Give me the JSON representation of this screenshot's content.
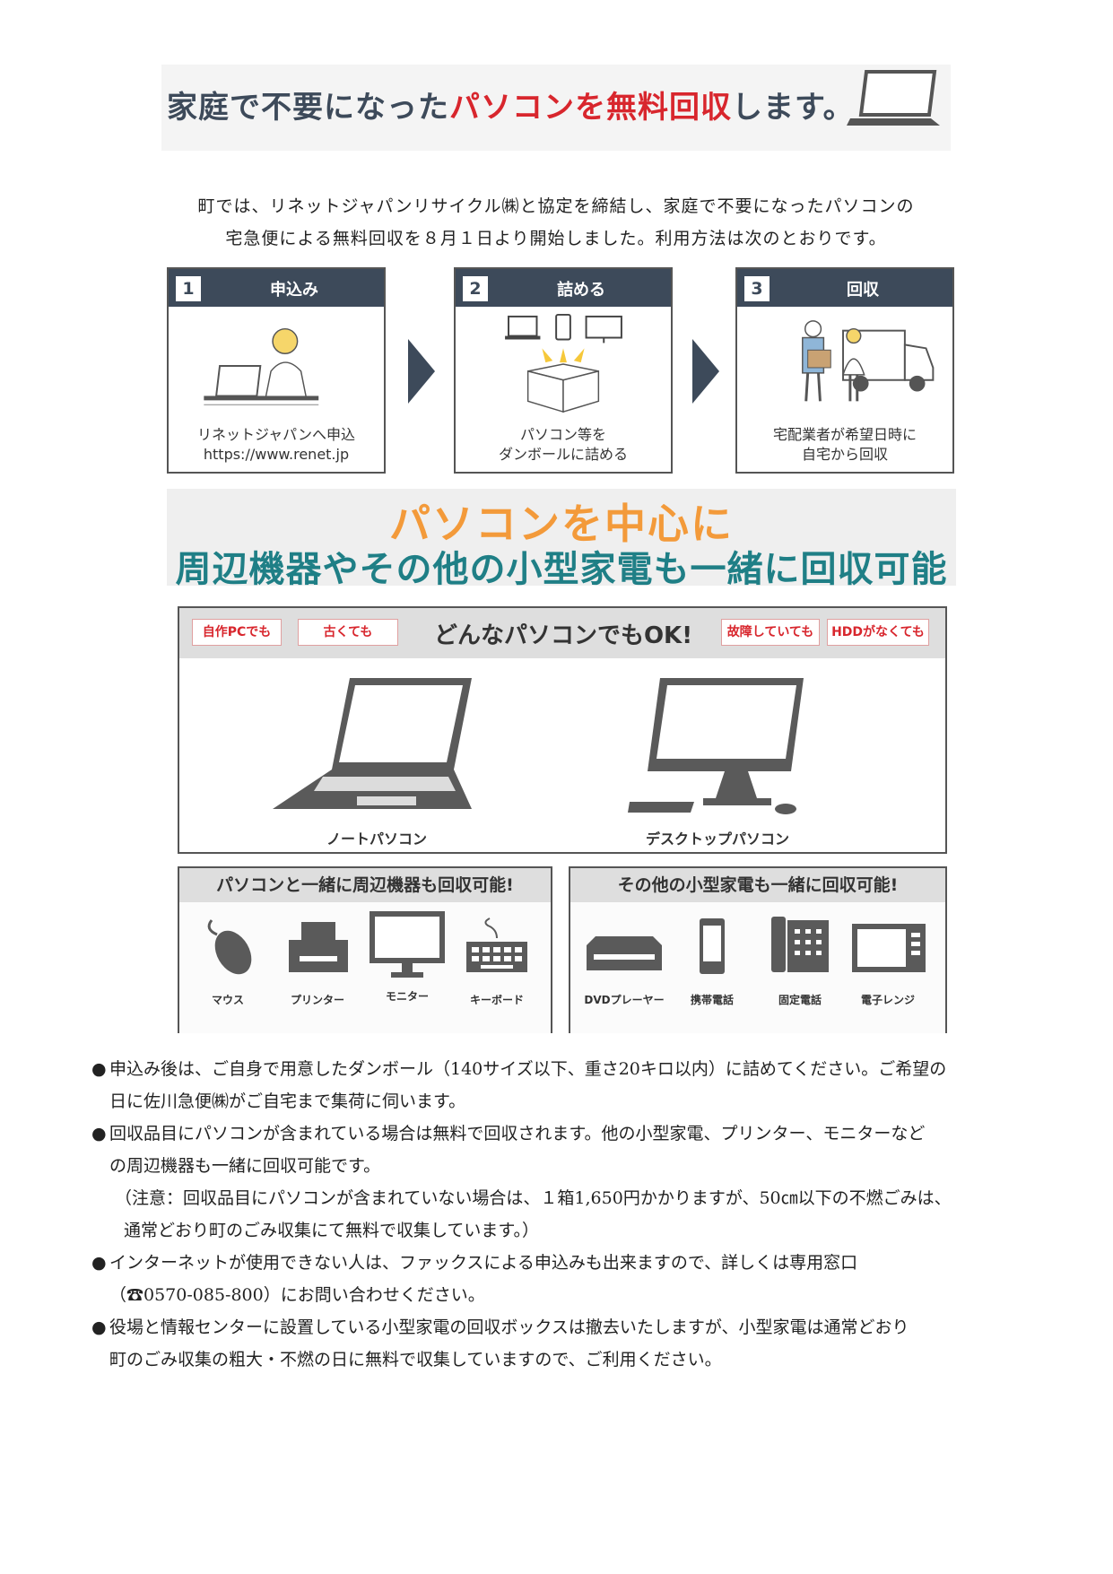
{
  "header": {
    "title_part1": "家庭で不要になった",
    "title_part2": "パソコンを無料回収",
    "title_part3": "します。"
  },
  "intro": {
    "line1": "町では、リネットジャパンリサイクル㈱と協定を締結し、家庭で不要になったパソコンの",
    "line2": "宅急便による無料回収を８月１日より開始しました。利用方法は次のとおりです。"
  },
  "steps": [
    {
      "num": "1",
      "title": "申込み",
      "caption_line1": "リネットジャパンへ申込",
      "caption_line2": "https://www.renet.jp"
    },
    {
      "num": "2",
      "title": "詰める",
      "caption_line1": "パソコン等を",
      "caption_line2": "ダンボールに詰める"
    },
    {
      "num": "3",
      "title": "回収",
      "caption_line1": "宅配業者が希望日時に",
      "caption_line2": "自宅から回収"
    }
  ],
  "center_banner": {
    "line1": "パソコンを中心に",
    "line2": "周辺機器やその他の小型家電も一緒に回収可能"
  },
  "pc_box": {
    "tags": [
      "自作PCでも",
      "古くても",
      "故障していても",
      "HDDがなくても"
    ],
    "title": "どんなパソコンでもOK!",
    "notebook_label": "ノートパソコン",
    "desktop_label": "デスクトップパソコン"
  },
  "peripherals": {
    "title": "パソコンと一緒に周辺機器も回収可能!",
    "items": [
      "マウス",
      "プリンター",
      "モニター",
      "キーボード"
    ]
  },
  "appliances": {
    "title": "その他の小型家電も一緒に回収可能!",
    "items": [
      "DVDプレーヤー",
      "携帯電話",
      "固定電話",
      "電子レンジ"
    ]
  },
  "bullets": {
    "b1_line1": "申込み後は、ご自身で用意したダンボール（140サイズ以下、重さ20キロ以内）に詰めてください。ご希望の",
    "b1_line2": "日に佐川急便㈱がご自宅まで集荷に伺います。",
    "b2_line1": "回収品目にパソコンが含まれている場合は無料で回収されます。他の小型家電、プリンター、モニターなど",
    "b2_line2": "の周辺機器も一緒に回収可能です。",
    "b2_note1": "（注意：回収品目にパソコンが含まれていない場合は、１箱1,650円かかりますが、50㎝以下の不燃ごみは、",
    "b2_note2": "通常どおり町のごみ収集にて無料で収集しています。）",
    "b3_line1": "インターネットが使用できない人は、ファックスによる申込みも出来ますので、詳しくは専用窓口",
    "b3_line2": "（☎0570-085-800）にお問い合わせください。",
    "b4_line1": "役場と情報センターに設置している小型家電の回収ボックスは撤去いたしますが、小型家電は通常どおり",
    "b4_line2": "町のごみ収集の粗大・不燃の日に無料で収集していますので、ご利用ください。",
    "bullet_mark": "●"
  },
  "colors": {
    "accent_red": "#d8262d",
    "navy": "#3d4a5a",
    "orange": "#f39a3a",
    "teal": "#1f7f86"
  }
}
